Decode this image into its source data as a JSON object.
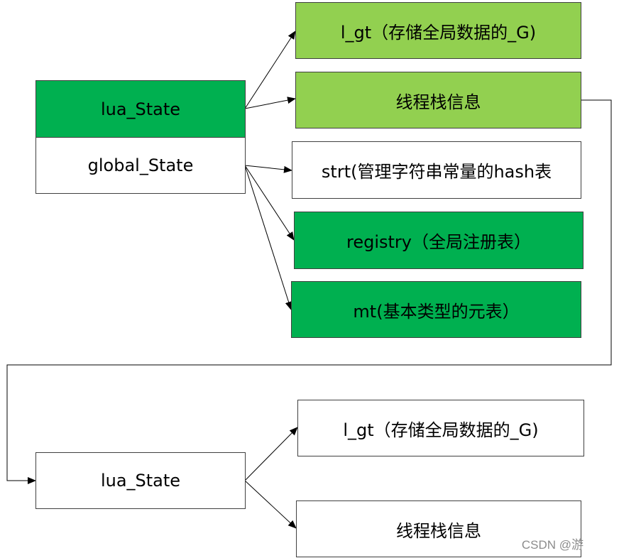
{
  "colors": {
    "light_green": "#92d050",
    "dark_green": "#00b050",
    "white": "#ffffff",
    "line": "#000000"
  },
  "top": {
    "lua_state": "lua_State",
    "global_state": "global_State",
    "l_gt": "l_gt（存储全局数据的_G)",
    "thread_stack": "线程栈信息",
    "strt": "strt(管理字符串常量的hash表",
    "registry": "registry（全局注册表）",
    "mt": "mt(基本类型的元表）"
  },
  "bottom": {
    "lua_state": "lua_State",
    "l_gt": "l_gt（存储全局数据的_G)",
    "thread_stack": "线程栈信息"
  },
  "watermark": "CSDN @游"
}
